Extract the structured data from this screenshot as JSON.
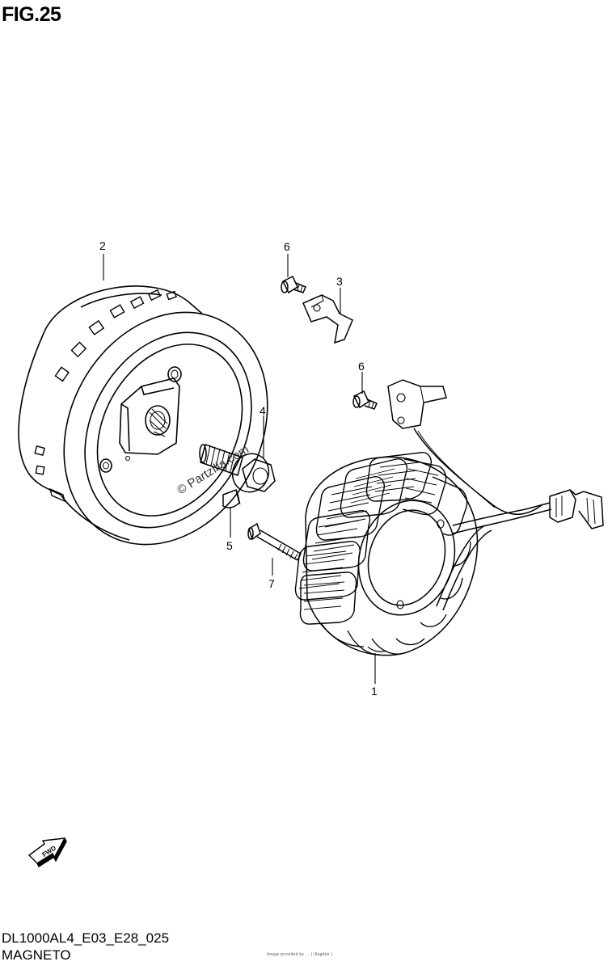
{
  "figure": {
    "title": "FIG.25"
  },
  "footer": {
    "model_code": "DL1000AL4_E03_E28_025",
    "section_name": "MAGNETO",
    "fine_print": "Image provided by ... ( illegible )"
  },
  "watermark": {
    "text": "© Partzilla.com"
  },
  "fwd_badge": {
    "label": "FWD"
  },
  "callouts": {
    "part_1": "1",
    "part_2": "2",
    "part_3": "3",
    "part_4": "4",
    "part_5": "5",
    "part_6a": "6",
    "part_6b": "6",
    "part_7": "7"
  },
  "parts": [
    {
      "number": "1",
      "name": "stator-coil"
    },
    {
      "number": "2",
      "name": "rotor-flywheel"
    },
    {
      "number": "3",
      "name": "clamp-bracket"
    },
    {
      "number": "4",
      "name": "starter-clutch-bolt"
    },
    {
      "number": "5",
      "name": "woodruff-key"
    },
    {
      "number": "6",
      "name": "screw"
    },
    {
      "number": "7",
      "name": "stator-bolt"
    }
  ]
}
